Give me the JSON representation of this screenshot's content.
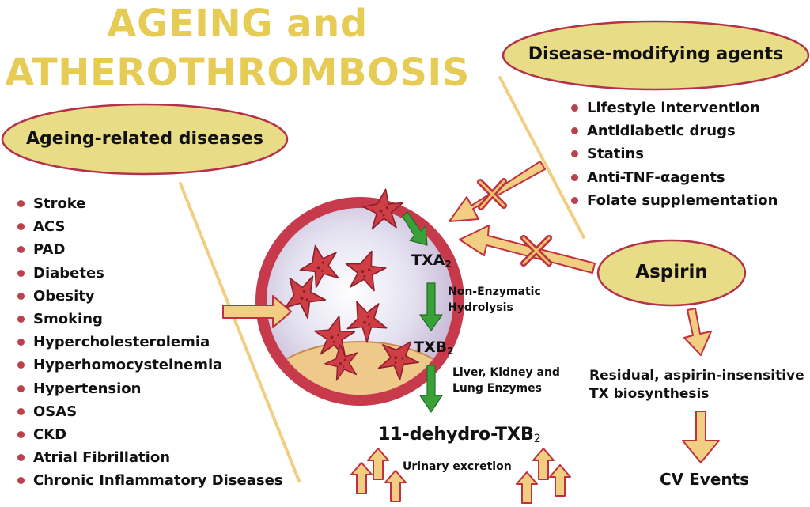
{
  "title": {
    "line1": "AGEING and",
    "line2": "ATHEROTHROMBOSIS"
  },
  "ageing": {
    "heading": "Ageing-related diseases",
    "items": [
      "Stroke",
      "ACS",
      "PAD",
      "Diabetes",
      "Obesity",
      "Smoking",
      "Hypercholesterolemia",
      "Hyperhomocysteinemia",
      "Hypertension",
      "OSAS",
      "CKD",
      "Atrial Fibrillation",
      "Chronic Inflammatory Diseases"
    ]
  },
  "agents": {
    "heading": "Disease-modifying agents",
    "items": [
      "Lifestyle intervention",
      "Antidiabetic drugs",
      "Statins",
      "Anti-TNF-αagents",
      "Folate supplementation"
    ]
  },
  "aspirin": {
    "label": "Aspirin"
  },
  "pathway": {
    "txa": {
      "base": "TXA",
      "sub": "2"
    },
    "hydrolysis": [
      "Non-Enzymatic",
      "Hydrolysis"
    ],
    "txb": {
      "base": "TXB",
      "sub": "2"
    },
    "enzymes": [
      "Liver, Kidney and",
      "Lung Enzymes"
    ],
    "metabolite": {
      "base": "11-dehydro-TXB",
      "sub": "2"
    },
    "excretion": "Urinary excretion"
  },
  "residual": [
    "Residual, aspirin-insensitive",
    "TX biosynthesis"
  ],
  "outcome": "CV Events",
  "colors": {
    "title": "#e6cc55",
    "ellipse_fill": "#e9dc86",
    "ellipse_stroke": "#b3324a",
    "vessel_wall": "#c73a4c",
    "platelet": "#cf3d45",
    "plaque": "#eec98a",
    "green_arrow": "#39a138",
    "orange_arrow": "#f2ce82",
    "inhibit_x": "#c0303e"
  }
}
